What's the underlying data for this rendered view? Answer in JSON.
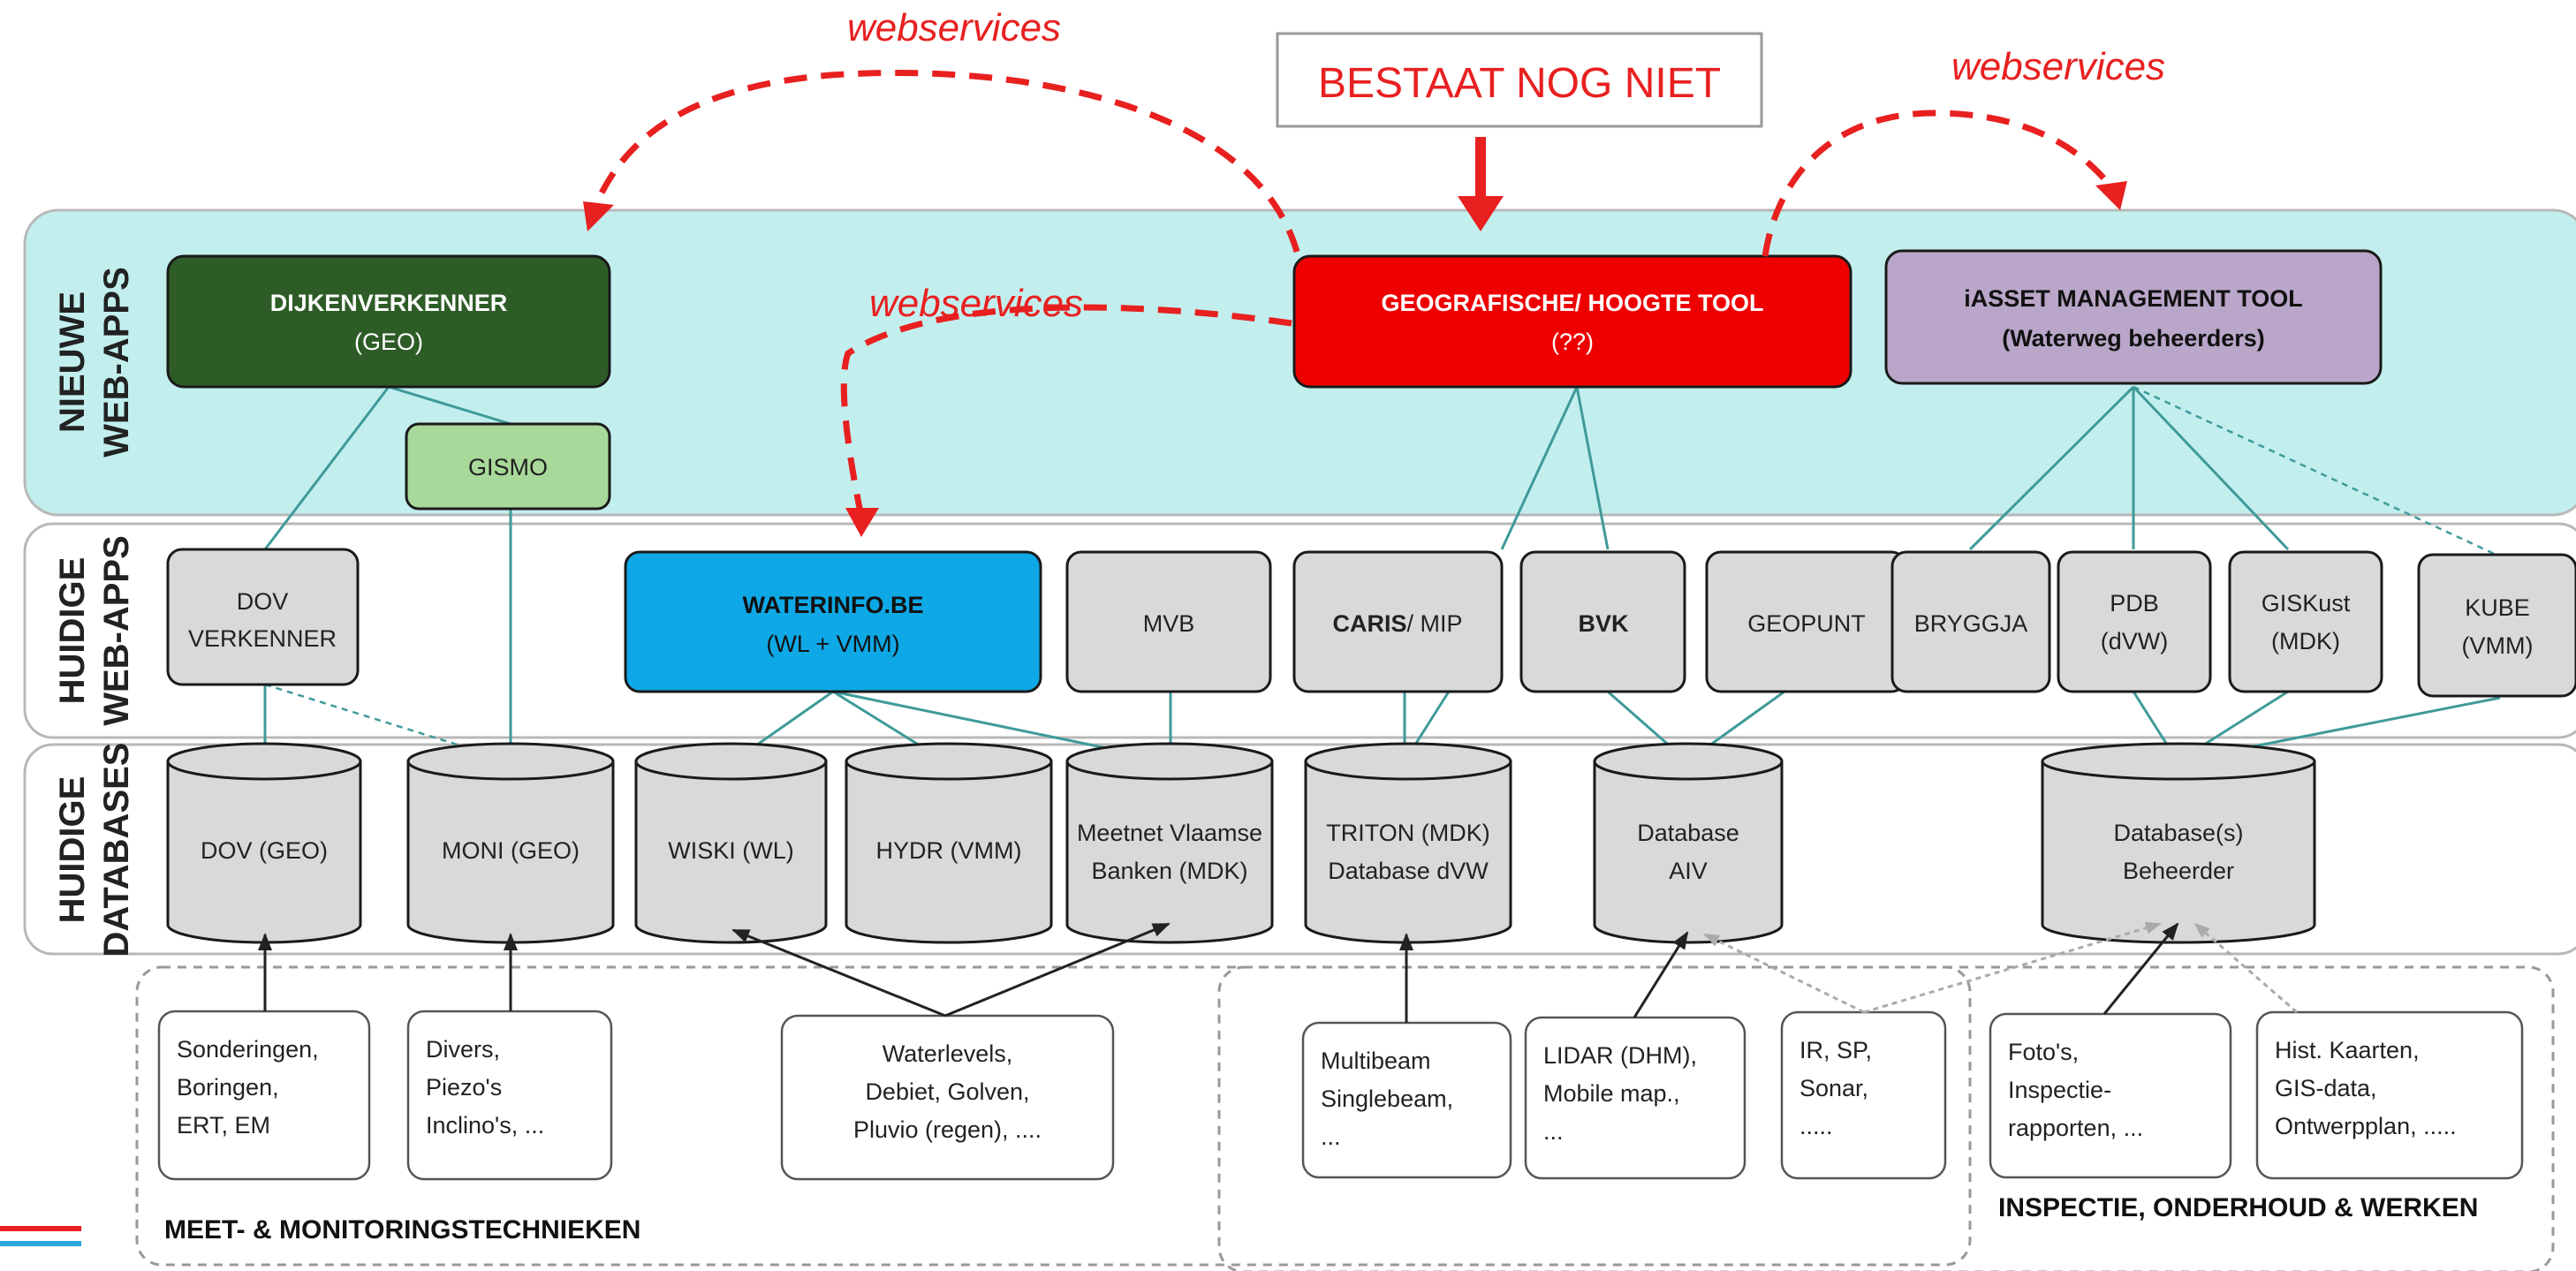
{
  "lanes": [
    {
      "id": "nieuwe",
      "label_line1": "NIEUWE",
      "label_line2": "WEB-APPS"
    },
    {
      "id": "huidige-apps",
      "label_line1": "HUIDIGE",
      "label_line2": "WEB-APPS"
    },
    {
      "id": "huidige-db",
      "label_line1": "HUIDIGE",
      "label_line2": "DATABASES"
    }
  ],
  "new_apps": [
    {
      "id": "dijkenverkenner",
      "title": "DIJKENVERKENNER",
      "subtitle": "(GEO)",
      "color": "#2e5c27"
    },
    {
      "id": "gismo",
      "title": "GISMO",
      "color": "#a8d99a"
    },
    {
      "id": "geografische",
      "title": "GEOGRAFISCHE/ HOOGTE TOOL",
      "subtitle": "(??)",
      "color": "#ee0000"
    },
    {
      "id": "iasset",
      "title": "iASSET MANAGEMENT TOOL",
      "subtitle": "(Waterweg beheerders)",
      "color": "#b9a6c9"
    }
  ],
  "current_apps": [
    {
      "id": "dov-verkenner",
      "line1": "DOV",
      "line2": "VERKENNER"
    },
    {
      "id": "waterinfo",
      "line1": "WATERINFO.BE",
      "line2": "(WL + VMM)",
      "color": "#0fa8e6"
    },
    {
      "id": "mvb",
      "line1": "MVB"
    },
    {
      "id": "caris",
      "bold": "CARIS",
      "rest": "/ MIP"
    },
    {
      "id": "bvk",
      "line1": "BVK"
    },
    {
      "id": "geopunt",
      "line1": "GEOPUNT"
    },
    {
      "id": "bryggja",
      "line1": "BRYGGJA"
    },
    {
      "id": "pdb",
      "line1": "PDB",
      "line2": "(dVW)"
    },
    {
      "id": "giskust",
      "line1": "GISKust",
      "line2": "(MDK)"
    },
    {
      "id": "kube",
      "line1": "KUBE",
      "line2": "(VMM)"
    }
  ],
  "databases": [
    {
      "id": "dov",
      "line1": "DOV (GEO)"
    },
    {
      "id": "moni",
      "line1": "MONI (GEO)"
    },
    {
      "id": "wiski",
      "line1": "WISKI (WL)"
    },
    {
      "id": "hydr",
      "line1": "HYDR (VMM)"
    },
    {
      "id": "meetnet",
      "line1": "Meetnet Vlaamse",
      "line2": "Banken (MDK)"
    },
    {
      "id": "triton",
      "line1": "TRITON (MDK)",
      "line2": "Database dVW"
    },
    {
      "id": "aiv",
      "line1": "Database",
      "line2": "AIV"
    },
    {
      "id": "beheerder",
      "line1": "Database(s)",
      "line2": "Beheerder"
    }
  ],
  "sources": [
    {
      "id": "sonderingen",
      "lines": [
        "Sonderingen,",
        "Boringen,",
        "ERT, EM"
      ]
    },
    {
      "id": "divers",
      "lines": [
        "Divers,",
        "Piezo's",
        "Inclino's,  ..."
      ]
    },
    {
      "id": "waterlevels",
      "lines": [
        "Waterlevels,",
        "Debiet, Golven,",
        "Pluvio (regen),  ...."
      ]
    },
    {
      "id": "multibeam",
      "lines": [
        "Multibeam",
        "Singlebeam,",
        "..."
      ]
    },
    {
      "id": "lidar",
      "lines": [
        "LIDAR (DHM),",
        "Mobile map.,",
        "..."
      ]
    },
    {
      "id": "ir",
      "lines": [
        "IR, SP,",
        "Sonar,",
        "....."
      ]
    },
    {
      "id": "fotos",
      "lines": [
        "Foto's,",
        "Inspectie-",
        "rapporten, ..."
      ]
    },
    {
      "id": "hist",
      "lines": [
        "Hist. Kaarten,",
        "GIS-data,",
        "Ontwerpplan, ....."
      ]
    }
  ],
  "group_labels": {
    "meet": "MEET- & MONITORINGSTECHNIEKEN",
    "inspectie": "INSPECTIE, ONDERHOUD & WERKEN"
  },
  "banner": "BESTAAT NOG NIET",
  "webservices": [
    "webservices",
    "webservices",
    "webservices"
  ],
  "colors": {
    "lane_new_bg": "#c2efee",
    "box_grey": "#d9d9d9",
    "webservice_red": "#e82020",
    "connector": "#3f9a9a"
  }
}
